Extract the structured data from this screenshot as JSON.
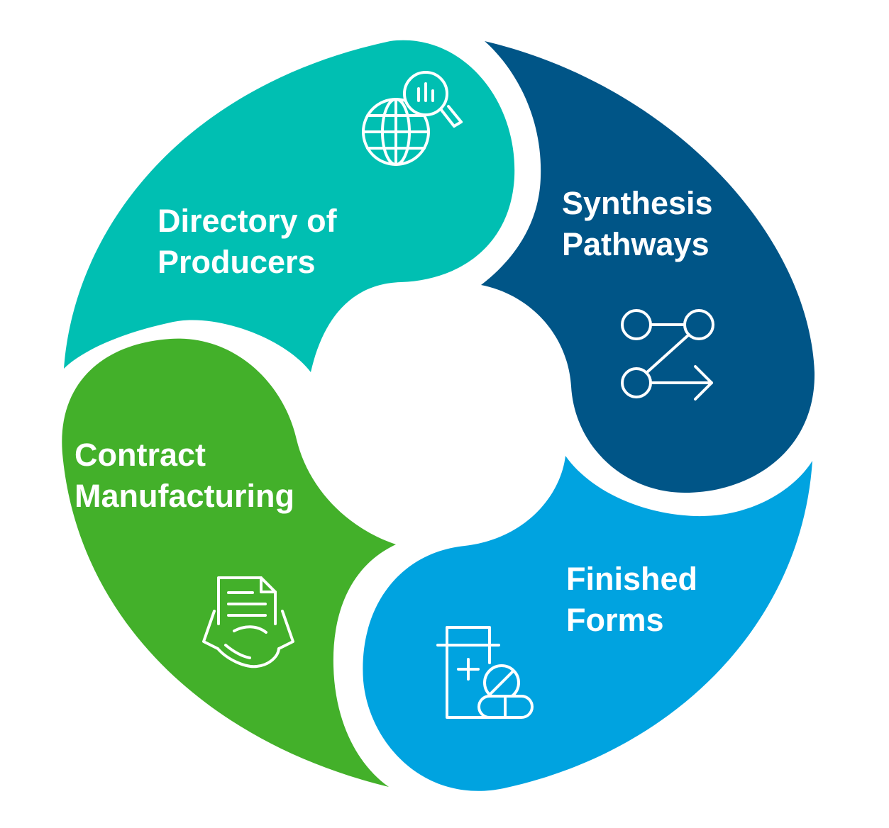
{
  "segments": [
    {
      "id": "directory",
      "color": "#00bfb2",
      "label_lines": [
        "Directory of",
        "Producers"
      ],
      "icon": "globe-search-icon"
    },
    {
      "id": "synthesis",
      "color": "#005587",
      "label_lines": [
        "Synthesis",
        "Pathways"
      ],
      "icon": "route-path-icon"
    },
    {
      "id": "finished",
      "color": "#00a3e0",
      "label_lines": [
        "Finished",
        "Forms"
      ],
      "icon": "pill-bottle-icon"
    },
    {
      "id": "contract",
      "color": "#43b02a",
      "label_lines": [
        "Contract",
        "Manufacturing"
      ],
      "icon": "handshake-document-icon"
    }
  ]
}
